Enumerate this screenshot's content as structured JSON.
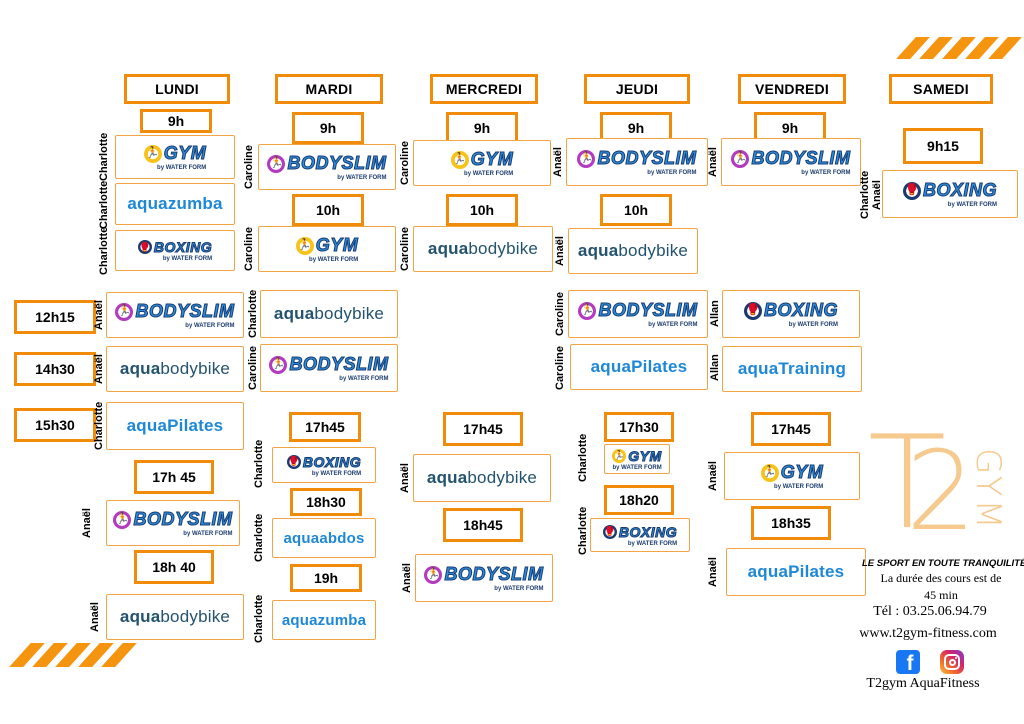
{
  "days": [
    "LUNDI",
    "MARDI",
    "MERCREDI",
    "JEUDI",
    "VENDREDI",
    "SAMEDI"
  ],
  "times": {
    "lundi_9h": "9h",
    "mardi_9h": "9h",
    "mardi_10h": "10h",
    "mercredi_9h": "9h",
    "mercredi_10h": "10h",
    "jeudi_9h": "9h",
    "jeudi_10h": "10h",
    "vendredi_9h": "9h",
    "samedi_9h15": "9h15",
    "t1215": "12h15",
    "t1430": "14h30",
    "t1530": "15h30",
    "lundi_1745": "17h 45",
    "lundi_1840": "18h 40",
    "mardi_1745": "17h45",
    "mardi_1830": "18h30",
    "mardi_19h": "19h",
    "mercredi_1745": "17h45",
    "mercredi_1845": "18h45",
    "jeudi_1730": "17h30",
    "jeudi_1820": "18h20",
    "vendredi_1745": "17h45",
    "vendredi_1835": "18h35"
  },
  "coaches": {
    "charlotte": "Charlotte",
    "caroline": "Caroline",
    "anael": "Anaël",
    "allan": "Allan"
  },
  "classes": {
    "gym": "GYM",
    "bodyslim": "BODYSLIM",
    "boxing": "BOXING",
    "by": "by WATER FORM",
    "aqua": "aqua",
    "zumba": "zumba",
    "bodybike": "bodybike",
    "pilates": "Pilates",
    "training": "Training",
    "abdos": "abdos"
  },
  "brand": {
    "t": "T",
    "two": "2",
    "gym": "GYM",
    "slogan": "LE SPORT EN TOUTE TRANQUILITÉ",
    "duration_1": "La durée des cours est de",
    "duration_2": "45 min",
    "phone": "Tél : 03.25.06.94.79",
    "website": "www.t2gym-fitness.com",
    "name": "T2gym AquaFitness",
    "facebook_glyph": "f"
  },
  "colors": {
    "accent": "#f08c0a",
    "aqua_blue": "#1e88d6",
    "aqua_dark": "#23536e",
    "facebook": "#1877f2"
  }
}
